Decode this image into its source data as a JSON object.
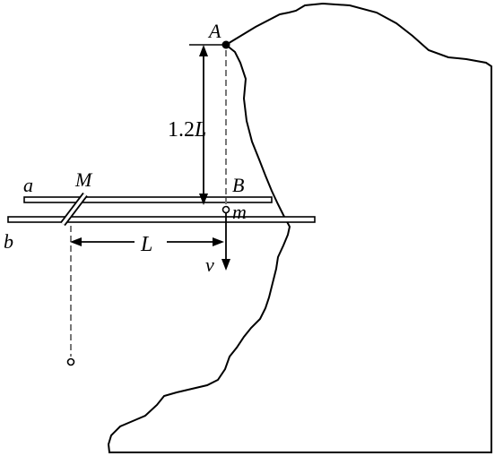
{
  "labels": {
    "point_a": "A",
    "point_b": "B",
    "mass": "m",
    "rail_a": "a",
    "rail_b": "b",
    "rod": "M",
    "height": "1.2L",
    "height_coef": "1.2",
    "height_unit": "L",
    "distance": "L",
    "velocity": "v"
  }
}
